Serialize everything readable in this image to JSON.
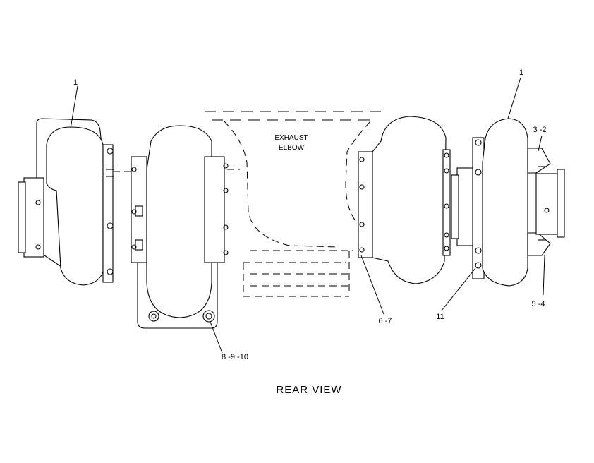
{
  "diagram": {
    "caption": "REAR VIEW",
    "note_line1": "EXHAUST",
    "note_line2": "ELBOW",
    "callouts": {
      "left_turbo": "1",
      "right_turbo": "1",
      "upper_right": "3 -2",
      "lower_right": "5 -4",
      "center_right": "6 -7",
      "right_bottom": "11",
      "bottom_left": "8 -9 -10"
    }
  }
}
